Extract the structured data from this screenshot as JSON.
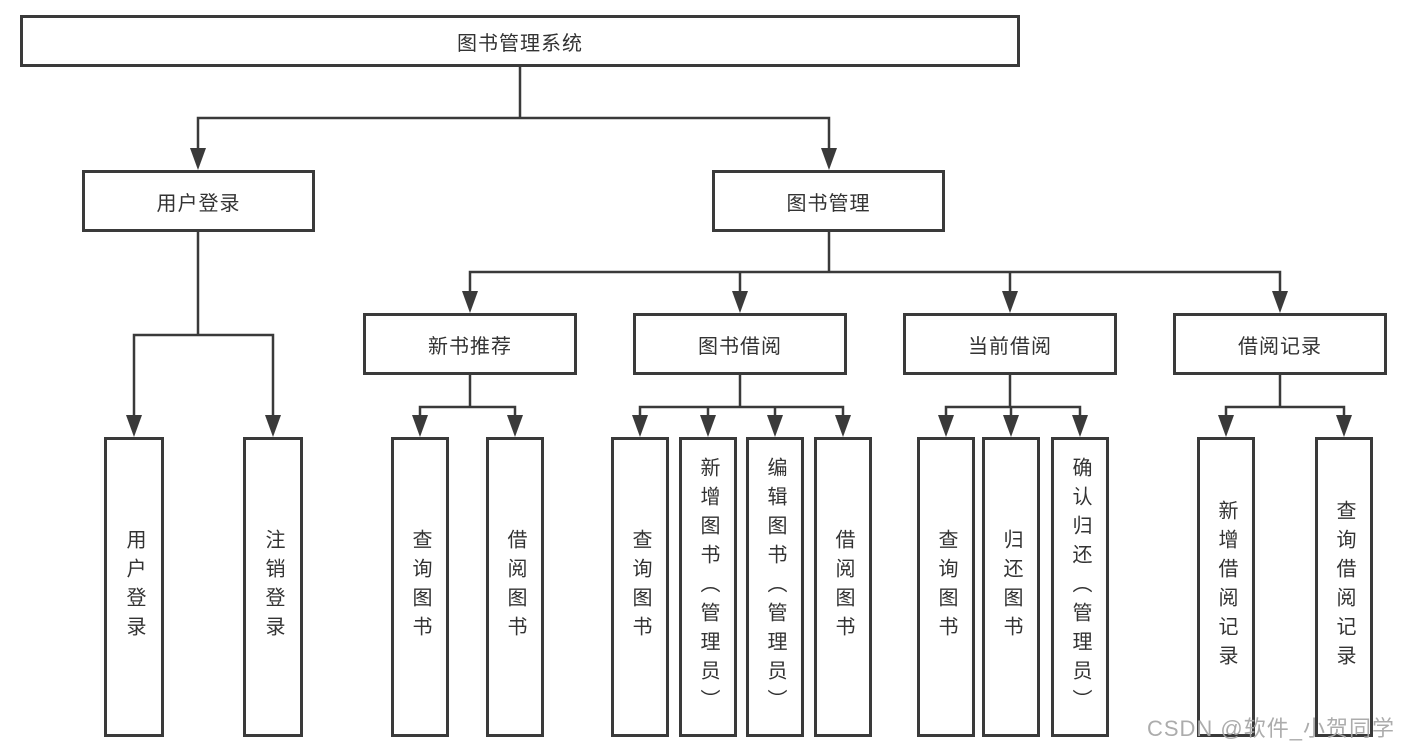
{
  "diagram": {
    "type": "tree",
    "orientation": "top-down",
    "colors": {
      "line": "#3a3a3a",
      "box_border": "#3a3a3a",
      "box_fill": "#ffffff",
      "text": "#333333",
      "watermark_text": "#a8a8a8"
    },
    "root": {
      "label": "图书管理系统"
    },
    "level2": [
      {
        "label": "用户登录",
        "children": [
          {
            "label": "用户登录"
          },
          {
            "label": "注销登录"
          }
        ]
      },
      {
        "label": "图书管理",
        "children": [
          {
            "label": "新书推荐",
            "children": [
              {
                "label": "查询图书"
              },
              {
                "label": "借阅图书"
              }
            ]
          },
          {
            "label": "图书借阅",
            "children": [
              {
                "label": "查询图书"
              },
              {
                "label": "新增图书（管理员）"
              },
              {
                "label": "编辑图书（管理员）"
              },
              {
                "label": "借阅图书"
              }
            ]
          },
          {
            "label": "当前借阅",
            "children": [
              {
                "label": "查询图书"
              },
              {
                "label": "归还图书"
              },
              {
                "label": "确认归还（管理员）"
              }
            ]
          },
          {
            "label": "借阅记录",
            "children": [
              {
                "label": "新增借阅记录"
              },
              {
                "label": "查询借阅记录"
              }
            ]
          }
        ]
      }
    ]
  },
  "watermark": {
    "text": "CSDN @软件_小贺同学"
  }
}
